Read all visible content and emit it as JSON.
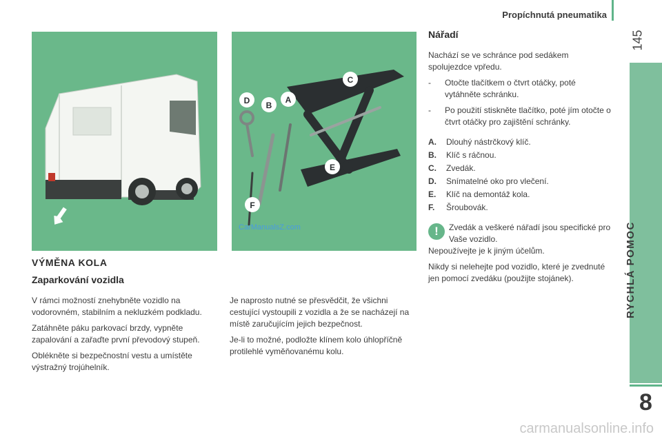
{
  "header": {
    "title": "Propíchnutá pneumatika"
  },
  "page_number": "145",
  "side_tab": {
    "label": "RYCHLÁ POMOC",
    "number": "8"
  },
  "figures": {
    "tool_labels": [
      "A",
      "B",
      "C",
      "D",
      "E",
      "F"
    ],
    "watermark": "CarManualsZ.com",
    "colors": {
      "background": "#6ab88a",
      "van": "#f4f6f2",
      "tools": "#2b2f31"
    }
  },
  "left": {
    "section_title": "VÝMĚNA KOLA",
    "sub_title": "Zaparkování vozidla",
    "col1": [
      "V rámci možností znehybněte vozidlo na vodorovném, stabilním a nekluzkém podkladu.",
      "Zatáhněte páku parkovací brzdy, vypněte zapalování a zařaďte první převodový stupeň.",
      "Oblékněte si bezpečnostní vestu a umístěte výstražný trojúhelník."
    ],
    "col2": [
      "Je naprosto nutné se přesvědčit, že všichni cestující vystoupili z vozidla a že se nacházejí na místě zaručujícím jejich bezpečnost.",
      "Je-li to možné, podložte klínem kolo úhlopříčně protilehlé vyměňovanému kolu."
    ]
  },
  "tools": {
    "title": "Nářadí",
    "intro": "Nachází se ve schránce pod sedákem spolujezdce vpředu.",
    "steps": [
      {
        "dash": "-",
        "text": "Otočte tlačítkem o čtvrt otáčky, poté vytáhněte schránku."
      },
      {
        "dash": "-",
        "text": "Po použití stiskněte tlačítko, poté jím otočte o čtvrt otáčky pro zajištění schránky."
      }
    ],
    "legend": [
      {
        "letter": "A.",
        "text": "Dlouhý nástrčkový klíč."
      },
      {
        "letter": "B.",
        "text": "Klíč s ráčnou."
      },
      {
        "letter": "C.",
        "text": "Zvedák."
      },
      {
        "letter": "D.",
        "text": "Snímatelné oko pro vlečení."
      },
      {
        "letter": "E.",
        "text": "Klíč na demontáž kola."
      },
      {
        "letter": "F.",
        "text": "Šroubovák."
      }
    ],
    "warning_icon": "!",
    "warning_text": "Zvedák a veškeré nářadí jsou specifické pro Vaše vozidlo.",
    "notes": [
      "Nepoužívejte je k jiným účelům.",
      "Nikdy si nelehejte pod vozidlo, které je zvednuté jen pomocí zvedáku (použijte stojánek)."
    ]
  },
  "footer": {
    "watermark": "carmanualsonline.info"
  }
}
